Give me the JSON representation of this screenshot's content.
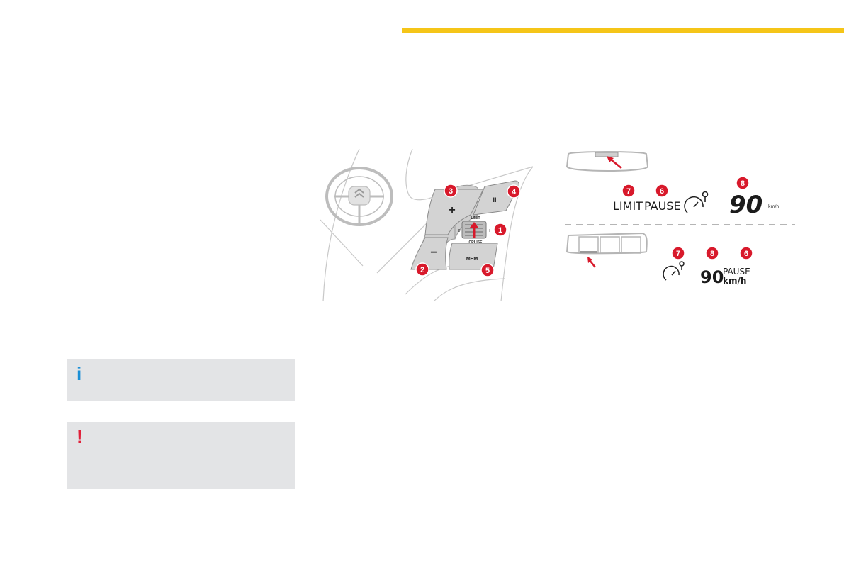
{
  "notes": {
    "info_icon": "i",
    "warning_icon": "!"
  },
  "controls": {
    "plus": "+",
    "minus": "−",
    "pause": "II",
    "mem": "MEM",
    "selector_top": "LIMIT",
    "selector_bottom": "CRUISE",
    "selector_left": "0",
    "selector_right": "I"
  },
  "callouts": [
    "1",
    "2",
    "3",
    "4",
    "5",
    "6",
    "7",
    "8"
  ],
  "display_upper": {
    "limit": "LIMIT",
    "pause": "PAUSE",
    "speed": "90",
    "unit": "km/h"
  },
  "display_lower": {
    "speed": "90",
    "pause": "PAUSE",
    "unit": "km/h"
  },
  "colors": {
    "accent_bar": "#f5c518",
    "callout": "#d8192b",
    "info": "#1a8fd6",
    "warning": "#e0203a"
  },
  "icons": [
    "steering-wheel-icon",
    "speedometer-icon",
    "info-icon",
    "warning-icon",
    "arrow-icon"
  ]
}
